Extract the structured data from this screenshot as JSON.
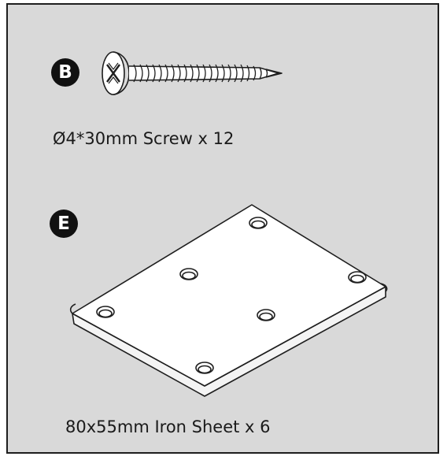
{
  "parts": [
    {
      "letter": "B",
      "icon": "screw-icon",
      "caption": "Ø4*30mm Screw x 12"
    },
    {
      "letter": "E",
      "icon": "iron-sheet-icon",
      "caption": "80x55mm Iron Sheet x 6"
    }
  ],
  "colors": {
    "panel_background": "#d9d9d9",
    "line": "#1e1e1e",
    "badge": "#111111"
  }
}
